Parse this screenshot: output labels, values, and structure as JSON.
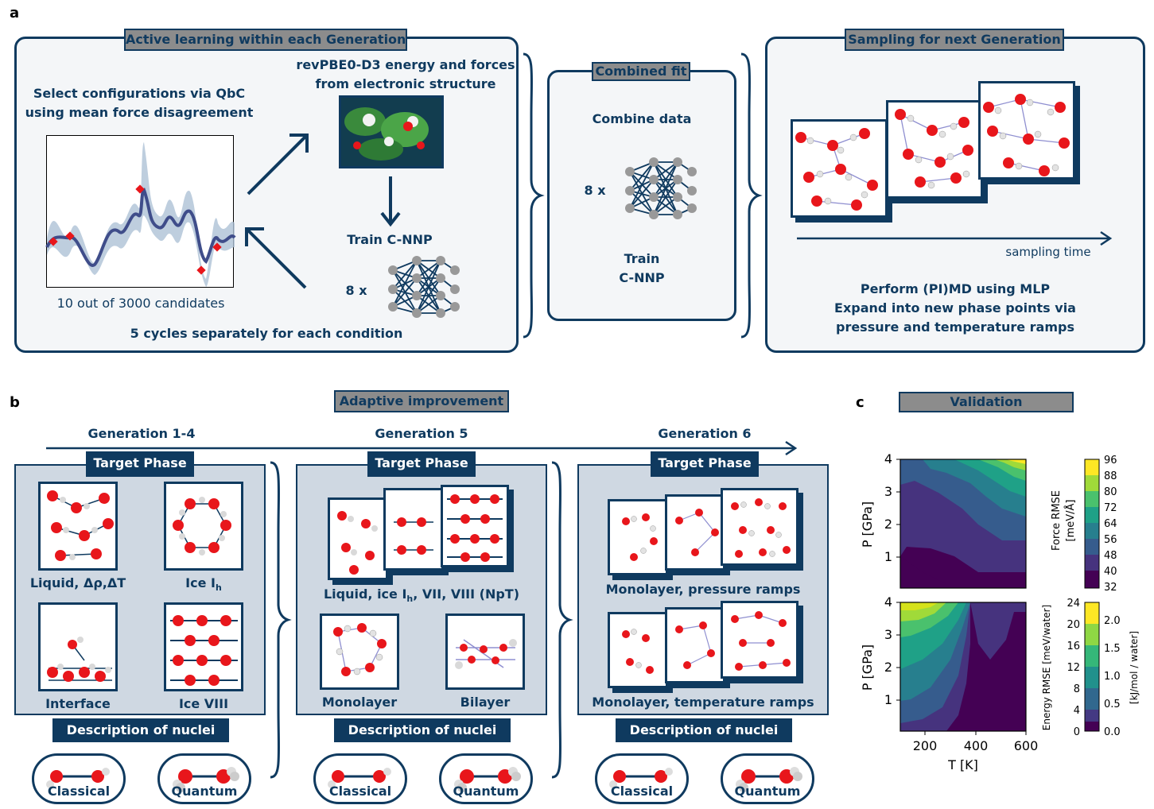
{
  "panel_a": {
    "letter": "a",
    "active_learning_title": "Active learning within each Generation",
    "select_text_1": "Select configurations via QbC",
    "select_text_2": "using mean force disagreement",
    "candidates_caption": "10 out of 3000 candidates",
    "revpbe_text_1": "revPBE0-D3 energy and forces",
    "revpbe_text_2": "from electronic structure",
    "train_cnnp": "Train C-NNP",
    "eight_x": "8 x",
    "cycles_text": "5 cycles separately for each condition",
    "combined_fit_title": "Combined fit",
    "combine_data": "Combine data",
    "combined_eight_x": "8 x",
    "combined_train_1": "Train",
    "combined_train_2": "C-NNP",
    "sampling_title": "Sampling for next Generation",
    "sampling_time": "sampling time",
    "perform_text_1": "Perform (PI)MD using MLP",
    "perform_text_2": "Expand into new phase points via",
    "perform_text_3": "pressure and temperature ramps"
  },
  "panel_b": {
    "letter": "b",
    "adaptive_title": "Adaptive improvement",
    "generations": [
      "Generation 1-4",
      "Generation 5",
      "Generation 6"
    ],
    "target_phase": "Target Phase",
    "description_of_nuclei": "Description of nuclei",
    "gen14_labels": [
      "Liquid, Δρ,ΔT",
      "Ice I",
      "Interface",
      "Ice VIII"
    ],
    "ice_subscript": "h",
    "gen5_label_pre": "Liquid, ice I",
    "gen5_label_post": ", VII, VIII (NpT)",
    "gen5_monolayer": "Monolayer",
    "gen5_bilayer": "Bilayer",
    "gen6_pressure": "Monolayer, pressure ramps",
    "gen6_temperature": "Monolayer, temperature ramps",
    "classical": "Classical",
    "quantum": "Quantum"
  },
  "panel_c": {
    "letter": "c",
    "validation_title": "Validation",
    "colors": {
      "navy": "#0f3a5f",
      "oxygen": "#e8161b",
      "hydrogen": "#e6e6e6"
    }
  },
  "chart_data": [
    {
      "type": "heatmap",
      "title": "",
      "xlabel": "",
      "ylabel": "P [GPa]",
      "xlim": [
        100,
        600
      ],
      "ylim": [
        0.1,
        4
      ],
      "yticks": [
        "1",
        "2",
        "3",
        "4"
      ],
      "colorbar_label_1": "Force RMSE",
      "colorbar_label_2": "[meV/Å]",
      "colorbar_ticks": [
        "96",
        "88",
        "80",
        "72",
        "64",
        "56",
        "48",
        "40",
        "32"
      ],
      "colormap": "viridis",
      "levels": [
        32,
        40,
        48,
        56,
        64,
        72,
        80,
        88,
        96
      ]
    },
    {
      "type": "heatmap",
      "title": "",
      "xlabel": "T [K]",
      "ylabel": "P [GPa]",
      "xlim": [
        100,
        600
      ],
      "ylim": [
        0.1,
        4
      ],
      "xticks": [
        "200",
        "400",
        "600"
      ],
      "yticks": [
        "1",
        "2",
        "3",
        "4"
      ],
      "colorbar_left_label": "Energy RMSE [meV/water]",
      "colorbar_left_ticks": [
        "24",
        "20",
        "16",
        "12",
        "8",
        "4",
        "0"
      ],
      "colorbar_right_label": "[kJ/mol / water]",
      "colorbar_right_ticks": [
        "2.0",
        "1.5",
        "1.0",
        "0.5",
        "0.0"
      ],
      "colormap": "viridis"
    }
  ]
}
